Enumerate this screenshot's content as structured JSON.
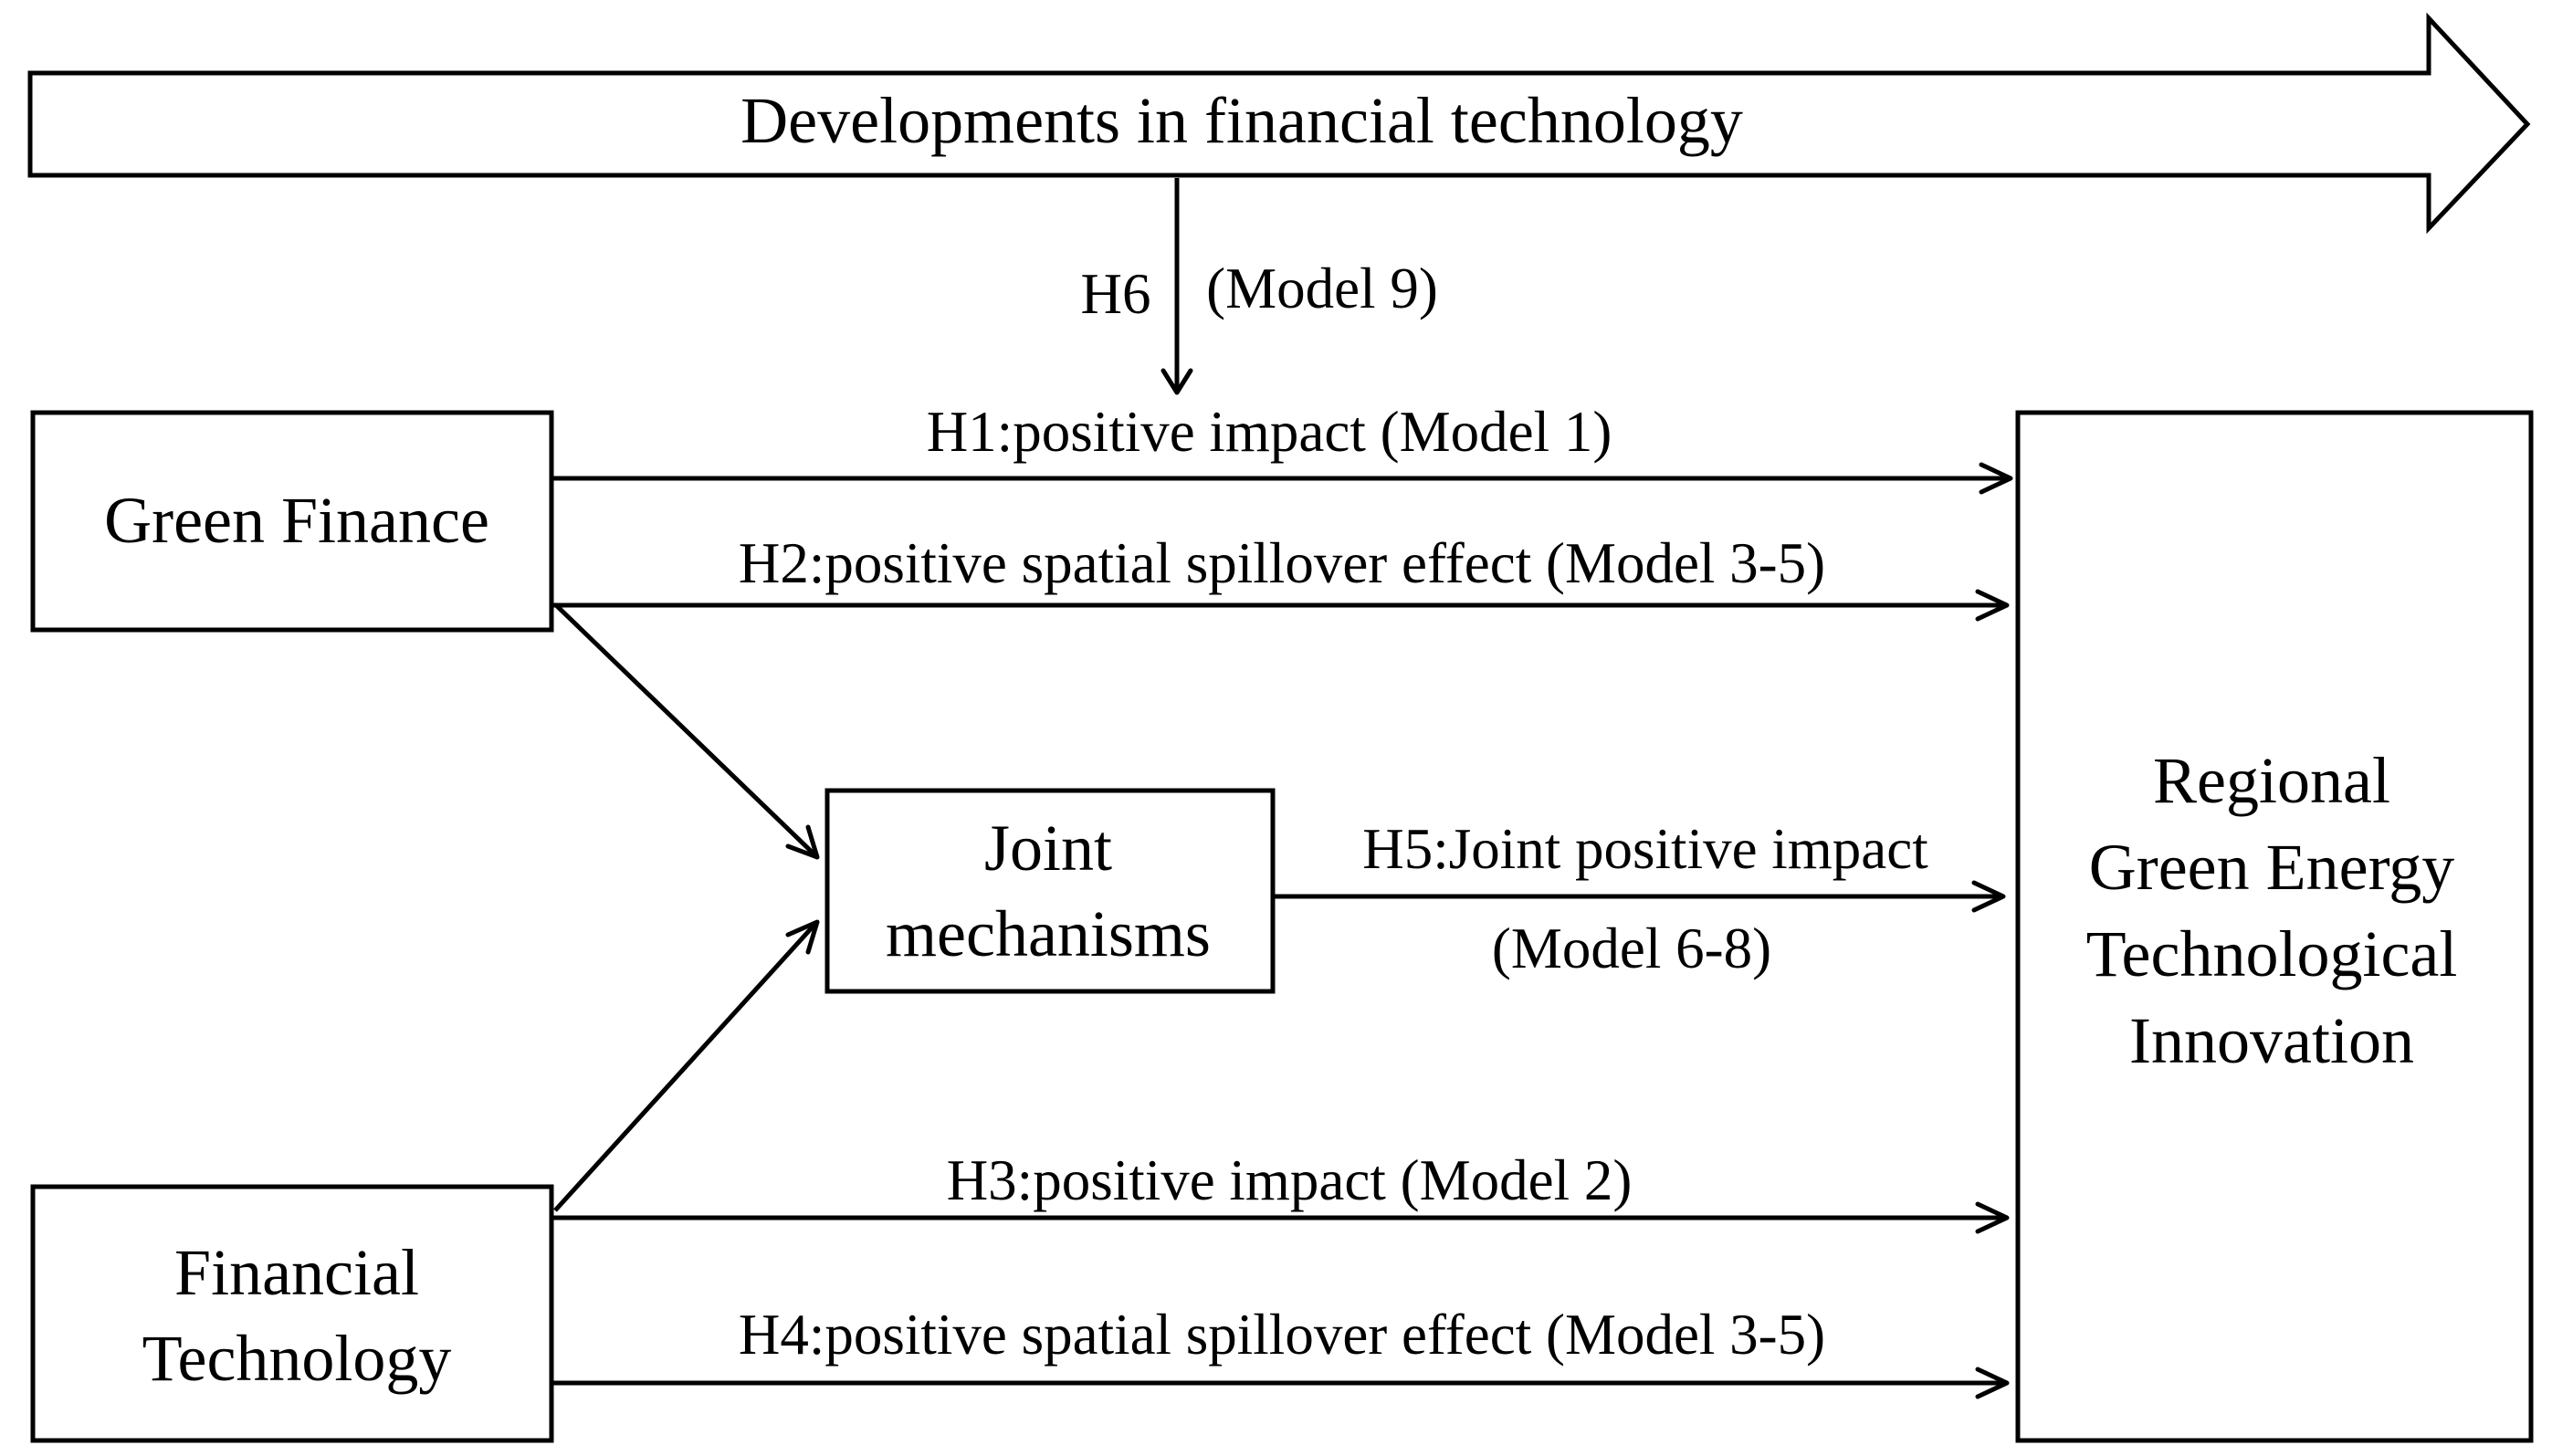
{
  "banner": {
    "label": "Developments in financial technology"
  },
  "nodes": {
    "green_finance": {
      "label": "Green Finance"
    },
    "financial_technology": {
      "lines": [
        "Financial",
        "Technology"
      ]
    },
    "joint_mechanisms": {
      "lines": [
        "Joint",
        "mechanisms"
      ]
    },
    "outcome": {
      "lines": [
        "Regional",
        "Green Energy",
        "Technological",
        "Innovation"
      ]
    }
  },
  "edges": {
    "h6": {
      "hypothesis": "H6",
      "model": "(Model 9)"
    },
    "h1": {
      "label": "H1:positive impact (Model 1)"
    },
    "h2": {
      "label": "H2:positive spatial spillover effect (Model 3-5)"
    },
    "h5": {
      "label": "H5:Joint positive impact",
      "model": "(Model 6-8)"
    },
    "h3": {
      "label": "H3:positive impact (Model 2)"
    },
    "h4": {
      "label": "H4:positive spatial spillover effect (Model 3-5)"
    }
  },
  "colors": {
    "stroke": "#000000",
    "background": "#ffffff"
  }
}
